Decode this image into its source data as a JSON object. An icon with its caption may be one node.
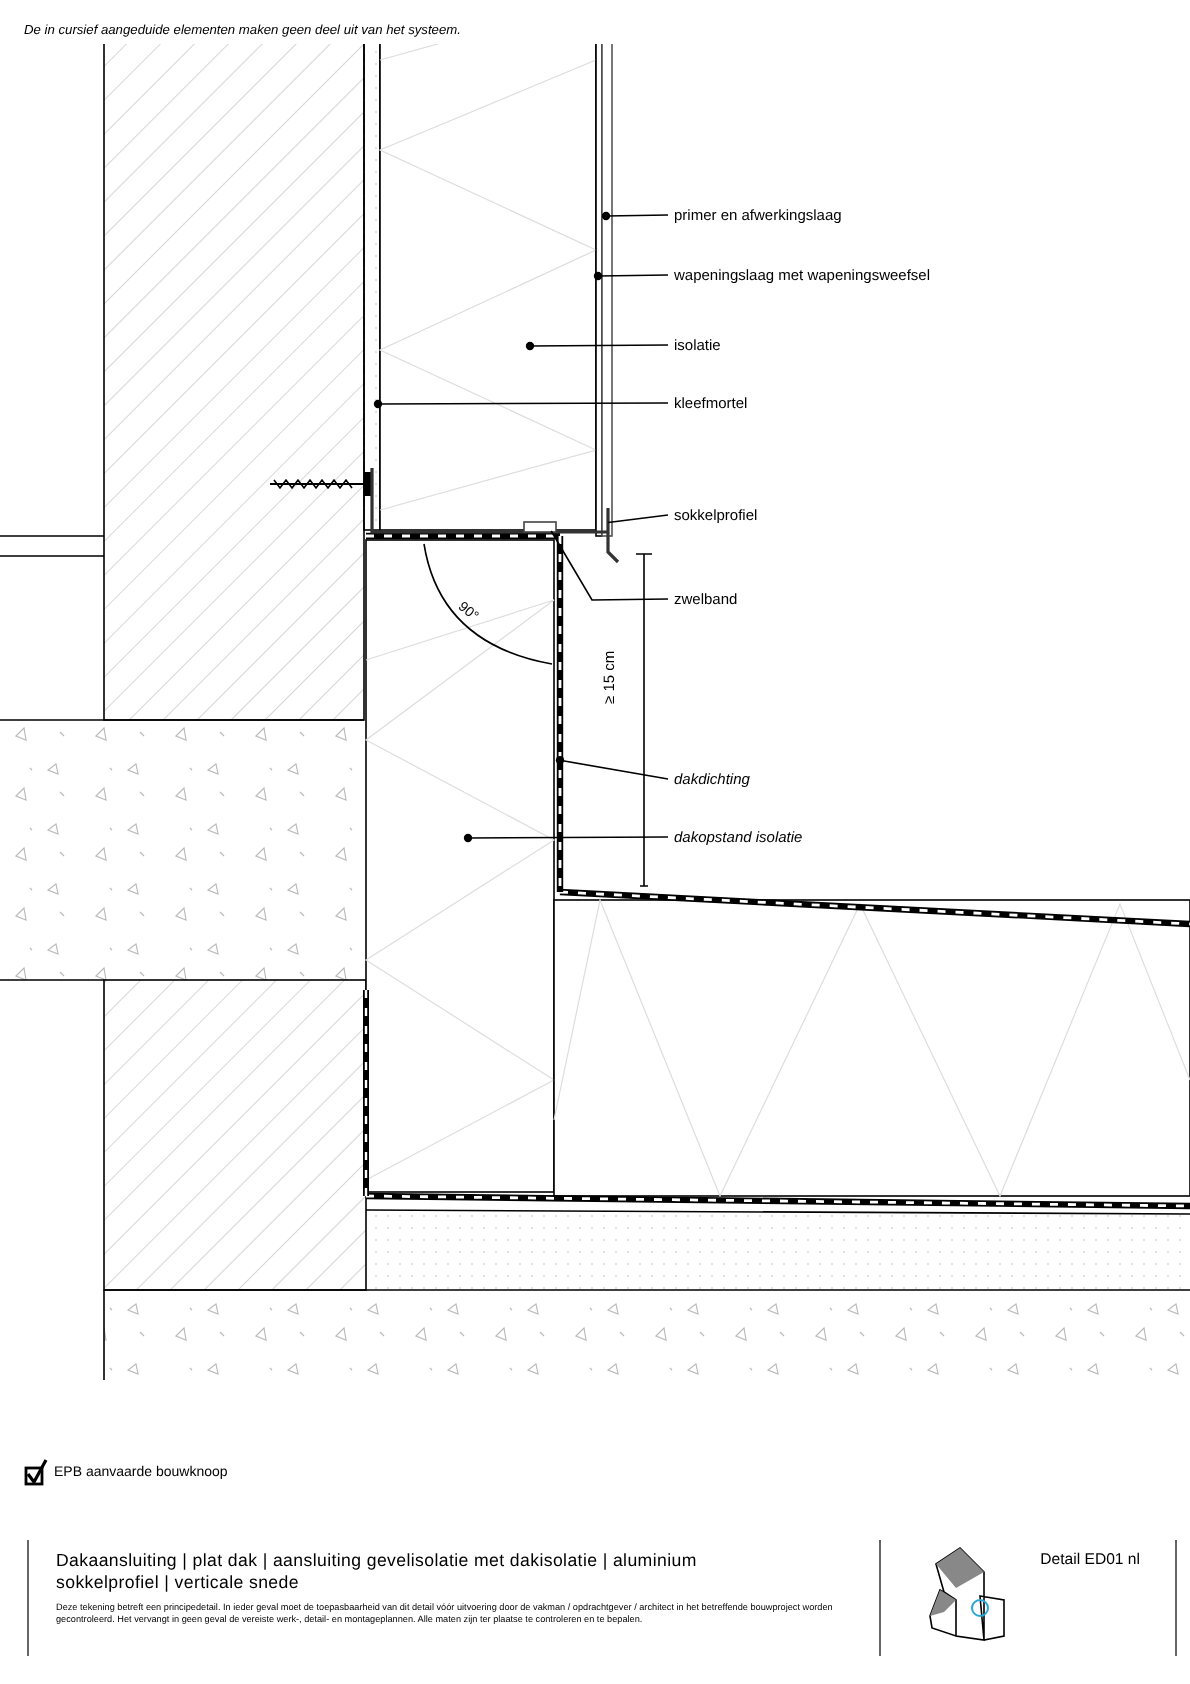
{
  "diagram": {
    "title": "Dakaansluiting | plat dak | aansluiting gevelisolatie met dakisolatie | aluminium sokkelprofiel | verticale snede",
    "nodes": [
      {
        "text": [
          "primer en afwerkingslaag"
        ]
      },
      {
        "text": [
          "wapeningslaag met wapeningsweefsel"
        ]
      },
      {
        "text": [
          "isolatie"
        ]
      },
      {
        "text": [
          "kleefmortel"
        ]
      },
      {
        "text": [
          "sokkelprofiel"
        ]
      },
      {
        "text": [
          "zwelband"
        ]
      },
      {
        "text": [
          "dakdichting"
        ]
      },
      {
        "text": [
          "dakopstand isolatie"
        ]
      },
      {
        "text": [],
        "shape": "bar"
      },
      {
        "text": [],
        "shape": "box",
        "in": 8
      },
      {
        "text": [],
        "shape": "bar"
      }
    ],
    "edges": [
      {
        "from": 0,
        "to": null,
        "arrow": "other"
      },
      {
        "from": 1,
        "to": null,
        "arrow": "other"
      },
      {
        "from": 2,
        "to": null,
        "arrow": "other"
      },
      {
        "from": 3,
        "to": null,
        "arrow": "other"
      },
      {
        "from": 4,
        "to": 8,
        "arrow": "none"
      },
      {
        "from": 5,
        "to": 9,
        "arrow": "none"
      },
      {
        "from": 6,
        "to": 10,
        "arrow": "other"
      },
      {
        "from": 7,
        "to": null,
        "arrow": "other"
      }
    ],
    "labels": [
      "De in cursief aangeduide elementen maken geen deel uit van het systeem.",
      "90°",
      "≥ 15 cm",
      "EPB aanvaarde bouwknoop",
      "Deze tekening betreft een principedetail. In ieder geval moet de toepasbaarheid van dit detail vóór uitvoering door de vakman / opdrachtgever / architect in het betreffende bouwproject worden gecontroleerd. Het vervangt in geen geval de vereiste werk-, detail- en montageplannen. Alle maten zijn ter plaatse te controleren en te bepalen.",
      "Detail ED01 nl"
    ]
  }
}
